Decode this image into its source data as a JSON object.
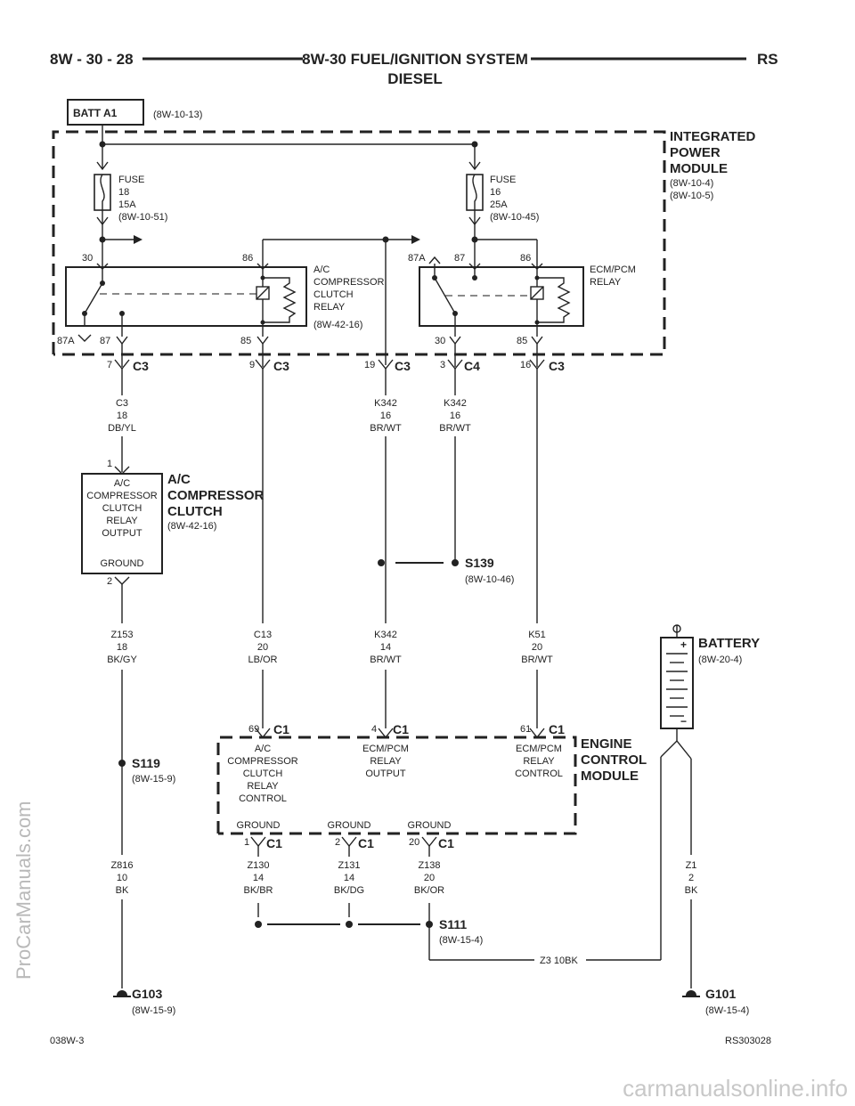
{
  "header": {
    "page_ref": "8W - 30 - 28",
    "title": "8W-30 FUEL/IGNITION SYSTEM",
    "subtitle": "DIESEL",
    "model": "RS"
  },
  "batt": {
    "label": "BATT A1",
    "ref": "(8W-10-13)"
  },
  "ipm": {
    "line1": "INTEGRATED",
    "line2": "POWER",
    "line3": "MODULE",
    "ref1": "(8W-10-4)",
    "ref2": "(8W-10-5)"
  },
  "fuse18": {
    "l1": "FUSE",
    "l2": "18",
    "l3": "15A",
    "ref": "(8W-10-51)"
  },
  "fuse16": {
    "l1": "FUSE",
    "l2": "16",
    "l3": "25A",
    "ref": "(8W-10-45)"
  },
  "relay1": {
    "l1": "A/C",
    "l2": "COMPRESSOR",
    "l3": "CLUTCH",
    "l4": "RELAY",
    "ref": "(8W-42-16)",
    "p30": "30",
    "p86": "86",
    "p87a": "87A",
    "p87": "87",
    "p85": "85"
  },
  "relay2": {
    "l1": "ECM/PCM",
    "l2": "RELAY",
    "p87a": "87A",
    "p87": "87",
    "p86": "86",
    "p30": "30",
    "p85": "85"
  },
  "connectors": {
    "c3_7": {
      "pin": "7",
      "name": "C3"
    },
    "c3_9": {
      "pin": "9",
      "name": "C3"
    },
    "c3_19": {
      "pin": "19",
      "name": "C3"
    },
    "c4_3": {
      "pin": "3",
      "name": "C4"
    },
    "c3_16": {
      "pin": "16",
      "name": "C3"
    }
  },
  "wires": {
    "c3": [
      "C3",
      "18",
      "DB/YL"
    ],
    "k342a": [
      "K342",
      "16",
      "BR/WT"
    ],
    "k342b": [
      "K342",
      "16",
      "BR/WT"
    ],
    "z153": [
      "Z153",
      "18",
      "BK/GY"
    ],
    "c13": [
      "C13",
      "20",
      "LB/OR"
    ],
    "k342c": [
      "K342",
      "14",
      "BR/WT"
    ],
    "k51": [
      "K51",
      "20",
      "BR/WT"
    ],
    "z816": [
      "Z816",
      "10",
      "BK"
    ],
    "z130": [
      "Z130",
      "14",
      "BK/BR"
    ],
    "z131": [
      "Z131",
      "14",
      "BK/DG"
    ],
    "z138": [
      "Z138",
      "20",
      "BK/OR"
    ],
    "z1": [
      "Z1",
      "2",
      "BK"
    ],
    "z3": "Z3   10BK"
  },
  "clutch": {
    "pin1": "1",
    "pin2": "2",
    "o1": "A/C",
    "o2": "COMPRESSOR",
    "o3": "CLUTCH",
    "o4": "RELAY",
    "o5": "OUTPUT",
    "ground": "GROUND",
    "name1": "A/C",
    "name2": "COMPRESSOR",
    "name3": "CLUTCH",
    "ref": "(8W-42-16)"
  },
  "splices": {
    "s139": {
      "name": "S139",
      "ref": "(8W-10-46)"
    },
    "s119": {
      "name": "S119",
      "ref": "(8W-15-9)"
    },
    "s111": {
      "name": "S111",
      "ref": "(8W-15-4)"
    }
  },
  "battery": {
    "name": "BATTERY",
    "ref": "(8W-20-4)",
    "plus": "+",
    "minus": "−"
  },
  "ecm": {
    "name1": "ENGINE",
    "name2": "CONTROL",
    "name3": "MODULE",
    "p69": "69",
    "p4": "4",
    "p61": "61",
    "conn": "C1",
    "ac1": "A/C",
    "ac2": "COMPRESSOR",
    "ac3": "CLUTCH",
    "ac4": "RELAY",
    "ac5": "CONTROL",
    "ro1": "ECM/PCM",
    "ro2": "RELAY",
    "ro3": "OUTPUT",
    "rc1": "ECM/PCM",
    "rc2": "RELAY",
    "rc3": "CONTROL",
    "ground": "GROUND",
    "g1": "1",
    "g2": "2",
    "g20": "20"
  },
  "grounds": {
    "g103": {
      "name": "G103",
      "ref": "(8W-15-9)"
    },
    "g101": {
      "name": "G101",
      "ref": "(8W-15-4)"
    }
  },
  "footer": {
    "left": "038W-3",
    "right": "RS303028"
  },
  "watermarks": {
    "side": "ProCarManuals.com",
    "bottom": "carmanualsonline.info"
  }
}
